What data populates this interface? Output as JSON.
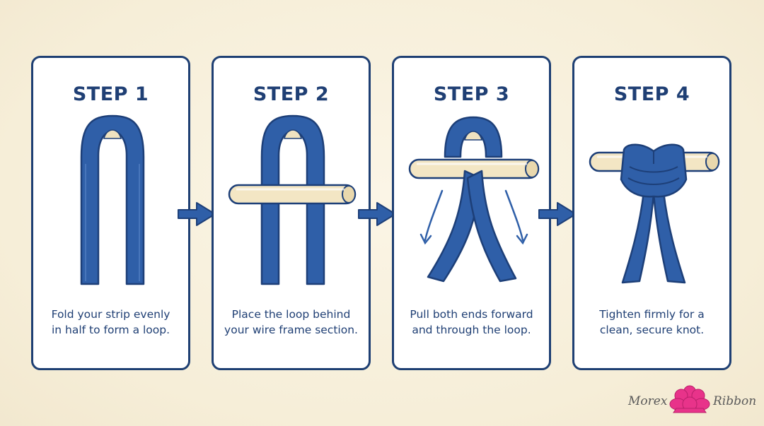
{
  "steps": [
    {
      "title": "STEP 1",
      "lines": [
        "Fold your strip evenly",
        "in half to form a loop."
      ]
    },
    {
      "title": "STEP 2",
      "lines": [
        "Place the loop behind",
        "your wire frame section."
      ]
    },
    {
      "title": "STEP 3",
      "lines": [
        "Pull both ends forward",
        "and through the loop."
      ]
    },
    {
      "title": "STEP 4",
      "lines": [
        "Tighten firmly for a",
        "clean, secure knot."
      ]
    }
  ],
  "logo": {
    "left": "Morex",
    "right": "Ribbon"
  },
  "colors": {
    "ribbon": "#2f5fa8",
    "ribbon_dark": "#1d3f78",
    "border": "#1e3f73",
    "rod": "#f3e6c4",
    "logo_pink": "#e8338a",
    "background": "#f8f0dc"
  }
}
